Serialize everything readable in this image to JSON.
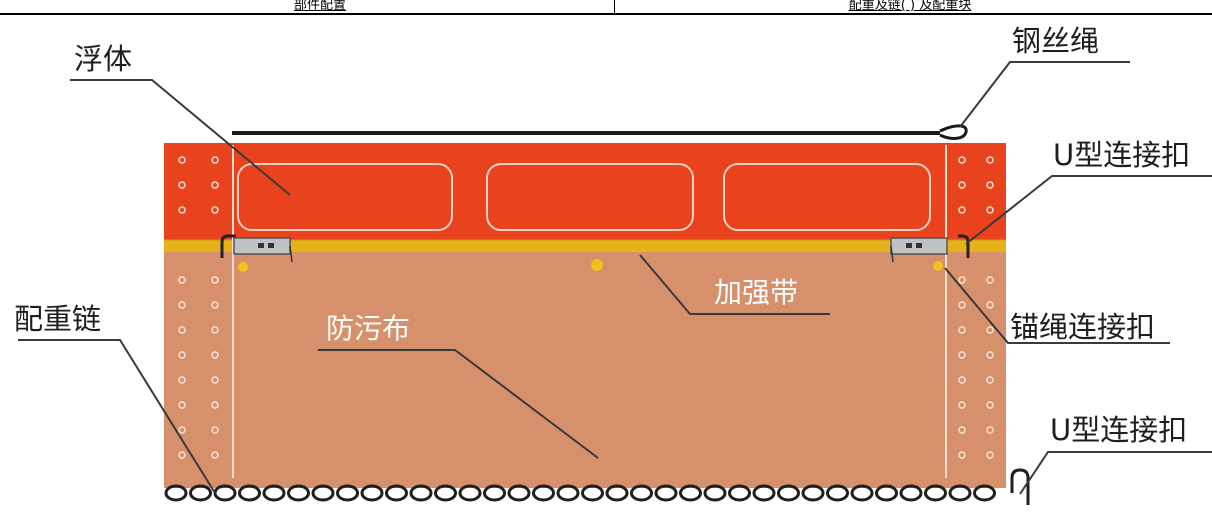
{
  "header": {
    "left_text": "部件配置",
    "right_text": "配重及链(  ) 及配重块"
  },
  "labels": {
    "float": "浮体",
    "wire_rope": "钢丝绳",
    "u_clip_top": "U型连接扣",
    "reinforcing_band": "加强带",
    "anchor_rope_clip": "锚绳连接扣",
    "counterweight_chain": "配重链",
    "antifouling_cloth": "防污布",
    "u_clip_bottom": "U型连接扣"
  },
  "colors": {
    "float": "#e8431c",
    "fabric": "#d6906b",
    "band": "#e5b21a",
    "chain": "#1f1f1f",
    "leader": "#3a3a3a"
  }
}
